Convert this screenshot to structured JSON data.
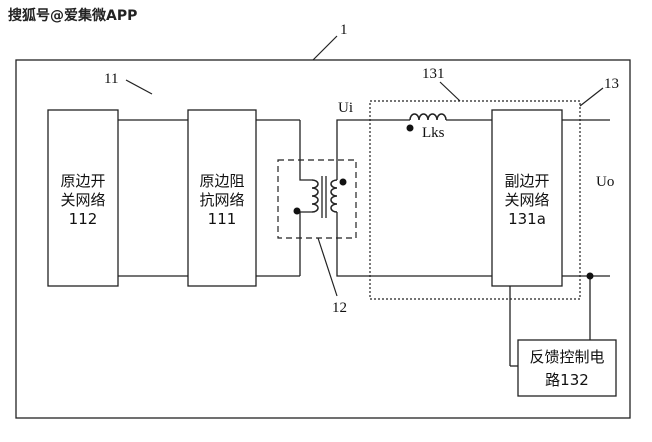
{
  "watermark": "搜狐号@爱集微APP",
  "labels": {
    "ref_system": "1",
    "ref_primary": "11",
    "ref_transformer": "12",
    "ref_secondary": "13",
    "ref_resonant": "131",
    "ui": "Ui",
    "uo": "Uo",
    "lks": "Lks"
  },
  "blocks": {
    "primary_switch": {
      "line1": "原边开",
      "line2": "关网络",
      "line3": "112"
    },
    "primary_impedance": {
      "line1": "原边阻",
      "line2": "抗网络",
      "line3": "111"
    },
    "secondary_switch": {
      "line1": "副边开",
      "line2": "关网络",
      "line3": "131a"
    },
    "feedback": {
      "line1": "反馈控制电",
      "line2": "路132"
    }
  }
}
